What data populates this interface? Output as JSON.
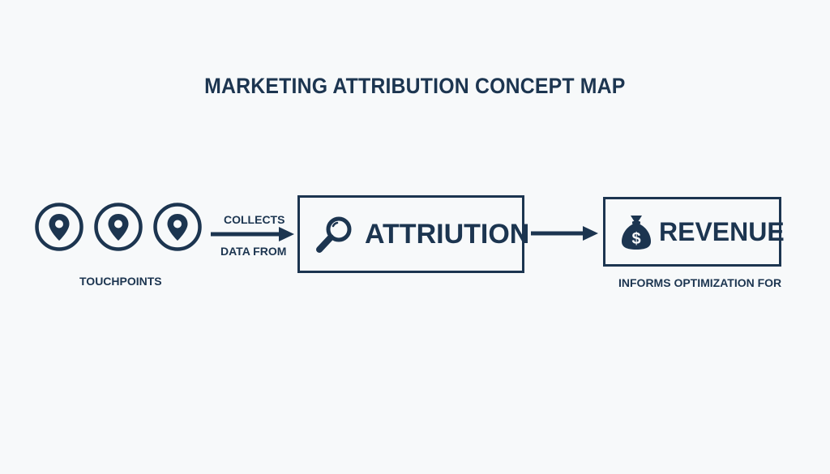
{
  "title": "MARKETING ATTRIBUTION CONCEPT MAP",
  "touchpoints": {
    "label": "TOUCHPOINTS",
    "icon": "location-pin-icon",
    "count": 3
  },
  "edge_collects": {
    "line1": "COLLECTS",
    "line2": "DATA FROM"
  },
  "attribution": {
    "label": "ATTRIUTION",
    "icon": "magnifier-icon"
  },
  "revenue": {
    "label": "REVENUE",
    "icon": "money-bag-icon"
  },
  "edge_informs": {
    "label": "INFORMS OPTIMIZATION FOR"
  },
  "colors": {
    "ink": "#1c3550",
    "background": "#f7f9fa"
  }
}
